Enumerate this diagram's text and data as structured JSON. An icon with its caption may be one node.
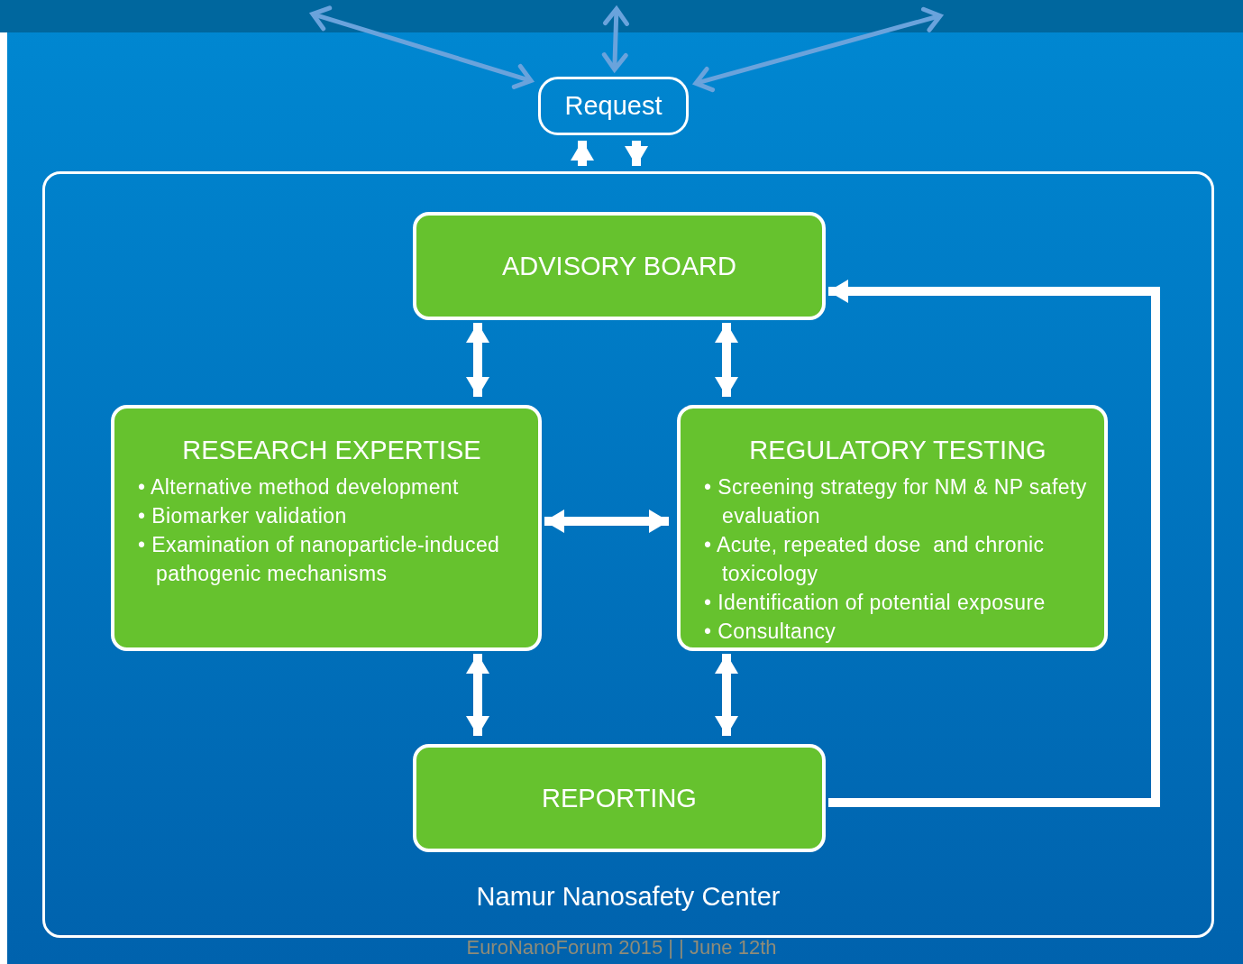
{
  "diagram": {
    "nodes": [
      {
        "text": [
          "Namur Nanosafety Center"
        ]
      },
      {
        "text": [
          "Request"
        ]
      },
      {
        "text": [
          "ADVISORY BOARD"
        ],
        "in": 0
      },
      {
        "text": [
          "RESEARCH EXPERTISE",
          "• Alternative method development",
          "• Biomarker validation",
          "• Examination of nanoparticle-induced pathogenic mechanisms"
        ],
        "in": 0
      },
      {
        "text": [
          "REGULATORY TESTING",
          "• Screening strategy for NM & NP safety evaluation",
          "• Acute, repeated dose  and chronic toxicology",
          "• Identification of potential exposure",
          "• Consultancy"
        ],
        "in": 0
      },
      {
        "text": [
          "REPORTING"
        ],
        "in": 0
      }
    ],
    "edges": [
      {
        "from": null,
        "to": 1,
        "arrow": "both",
        "color": "#6aa3dc"
      },
      {
        "from": null,
        "to": 1,
        "arrow": "both",
        "color": "#6aa3dc"
      },
      {
        "from": null,
        "to": 1,
        "arrow": "both",
        "color": "#6aa3dc"
      },
      {
        "from": 0,
        "to": 1,
        "arrow": "to"
      },
      {
        "from": 1,
        "to": 0,
        "arrow": "to"
      },
      {
        "from": 2,
        "to": 3,
        "arrow": "both"
      },
      {
        "from": 2,
        "to": 4,
        "arrow": "both"
      },
      {
        "from": 3,
        "to": 4,
        "arrow": "both"
      },
      {
        "from": 3,
        "to": 5,
        "arrow": "both"
      },
      {
        "from": 4,
        "to": 5,
        "arrow": "both"
      },
      {
        "from": 5,
        "to": 2,
        "arrow": "to"
      }
    ],
    "labels": [
      "EuroNanoForum 2015 | | June 12th"
    ]
  }
}
